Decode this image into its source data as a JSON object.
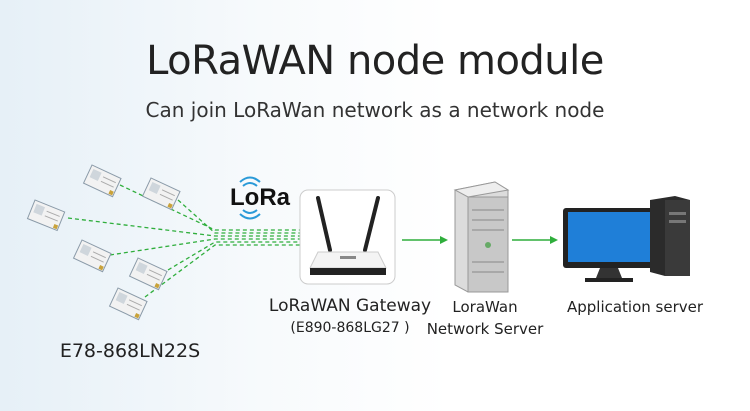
{
  "title": "LoRaWAN node module",
  "subtitle": "Can join LoRaWan network as a network node",
  "nodes": {
    "label": "E78-868LN22S",
    "count": 6
  },
  "lora_logo": "LoRa",
  "gateway": {
    "label": "LoRaWAN Gateway",
    "model": "(E890-868LG27 )"
  },
  "network_server": {
    "line1": "LoraWan",
    "line2": "Network Server"
  },
  "app_server": {
    "label": "Application server"
  },
  "colors": {
    "link": "#2fae3c",
    "arrow": "#2fae3c",
    "screen": "#1f7fd8"
  }
}
